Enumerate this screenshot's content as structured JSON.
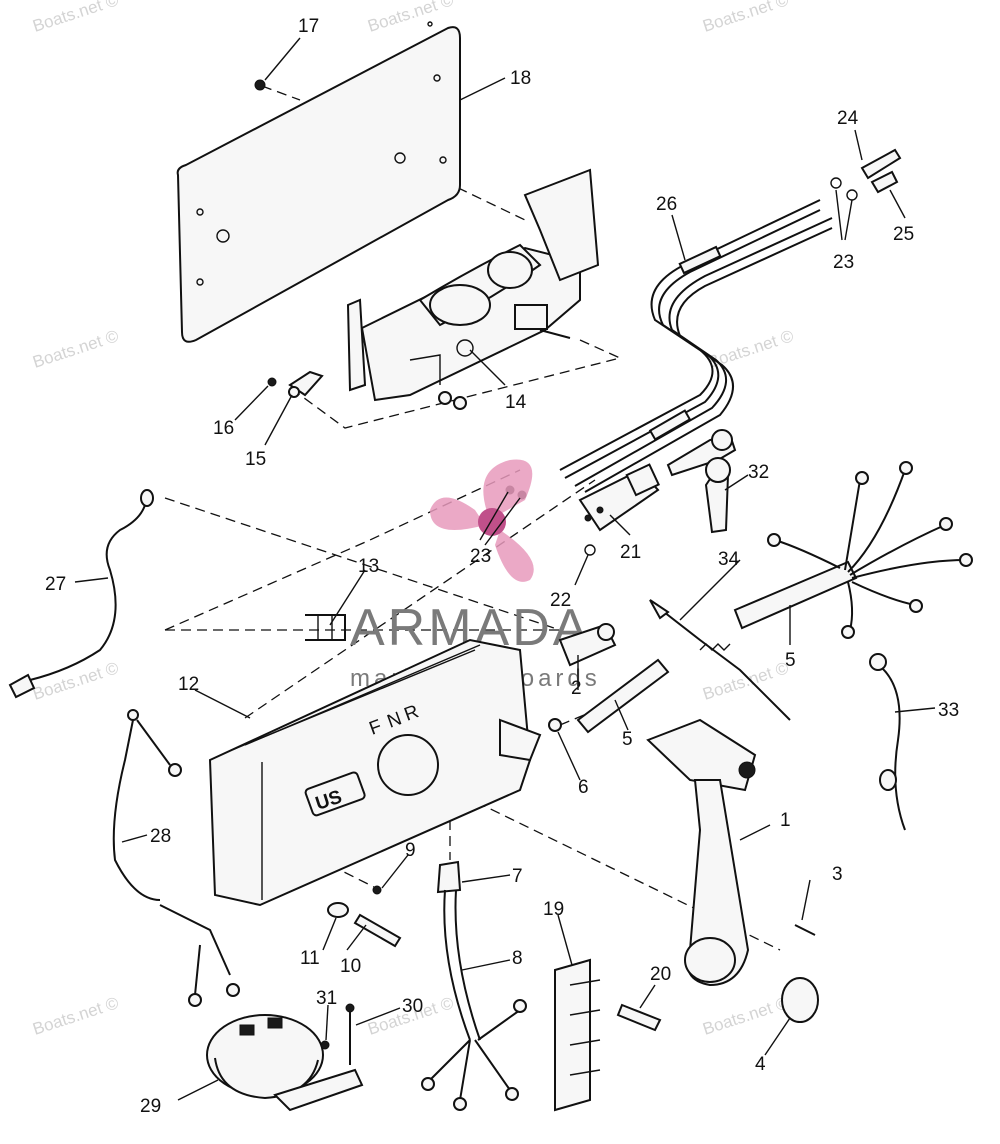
{
  "watermark": {
    "text": "Boats.net ©"
  },
  "brand": {
    "name": "ARMADA",
    "tagline": "marine outboards",
    "color": "#e89abc"
  },
  "part_badge": "US",
  "shift_letters": {
    "f": "F",
    "n": "N",
    "r": "R"
  },
  "callouts": {
    "c1": "1",
    "c2": "2",
    "c3": "3",
    "c4": "4",
    "c5a": "5",
    "c5b": "5",
    "c6": "6",
    "c7": "7",
    "c8": "8",
    "c9": "9",
    "c10": "10",
    "c11": "11",
    "c12": "12",
    "c13": "13",
    "c14": "14",
    "c15": "15",
    "c16": "16",
    "c17": "17",
    "c18": "18",
    "c19": "19",
    "c20": "20",
    "c21": "21",
    "c22": "22",
    "c23a": "23",
    "c23b": "23",
    "c24": "24",
    "c25": "25",
    "c26": "26",
    "c27": "27",
    "c28": "28",
    "c29": "29",
    "c30": "30",
    "c31": "31",
    "c32": "32",
    "c33": "33",
    "c34": "34"
  }
}
